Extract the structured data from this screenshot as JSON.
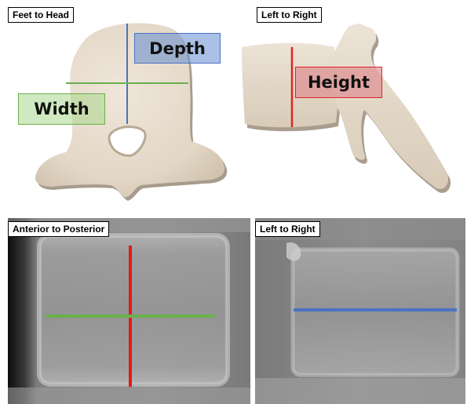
{
  "panels": {
    "top_left": {
      "view_label": "Feet to Head",
      "width_label": "Width",
      "depth_label": "Depth"
    },
    "top_right": {
      "view_label": "Left to Right",
      "height_label": "Height"
    },
    "bottom_left": {
      "view_label": "Anterior to Posterior"
    },
    "bottom_right": {
      "view_label": "Left to Right"
    }
  },
  "colors": {
    "width": "#6ab04c",
    "depth": "#4a72c4",
    "height": "#e02424",
    "bone": "#e8ddcf",
    "bone_shadow": "#b4a796"
  }
}
